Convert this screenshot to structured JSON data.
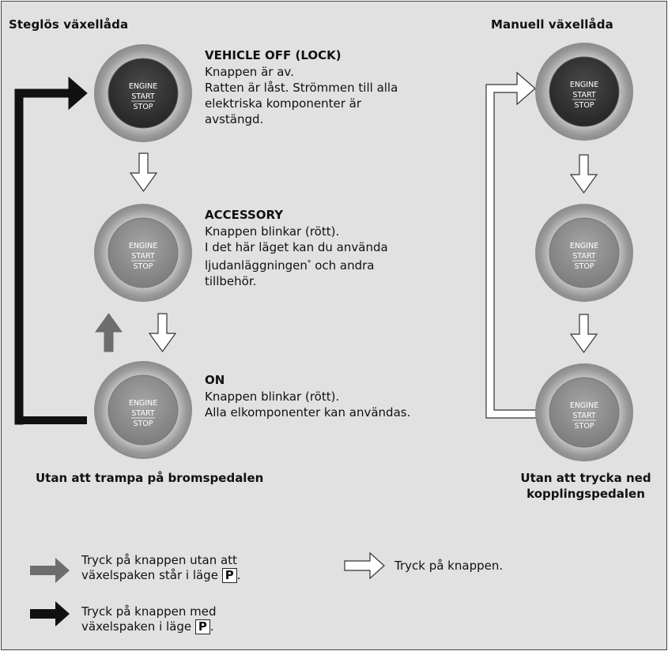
{
  "headers": {
    "cvt": "Steglös växellåda",
    "manual": "Manuell växellåda"
  },
  "button": {
    "line1": "ENGINE",
    "line2": "START",
    "line3": "STOP"
  },
  "states": {
    "off": {
      "title": "VEHICLE OFF (LOCK)",
      "lines": [
        "Knappen är av.",
        "Ratten är låst. Strömmen till alla",
        "elektriska komponenter är",
        "avstängd."
      ]
    },
    "accessory": {
      "title": "ACCESSORY",
      "lines": [
        "Knappen blinkar (rött).",
        "I det här läget kan du använda",
        "ljudanläggningen",
        "och andra",
        "tillbehör."
      ],
      "asterisk": "*"
    },
    "on": {
      "title": "ON",
      "lines": [
        "Knappen blinkar (rött).",
        "Alla elkomponenter kan användas."
      ]
    }
  },
  "captions": {
    "cvt": "Utan att trampa på bromspedalen",
    "manual_line1": "Utan att trycka ned",
    "manual_line2": "kopplingspedalen"
  },
  "legend": {
    "gray_line1": "Tryck på knappen utan att",
    "gray_line2": "växelspaken står i läge",
    "white": "Tryck på knappen.",
    "black_line1": "Tryck på knappen med",
    "black_line2": "växelspaken i läge",
    "p": "P",
    "period": "."
  },
  "colors": {
    "panel_bg": "#e1e1e1",
    "black_arrow": "#111111",
    "gray_arrow": "#6d6d6d",
    "white_arrow": "#ffffff",
    "button_off": "#2f2f2f",
    "button_lit": "#8e8e8e"
  }
}
